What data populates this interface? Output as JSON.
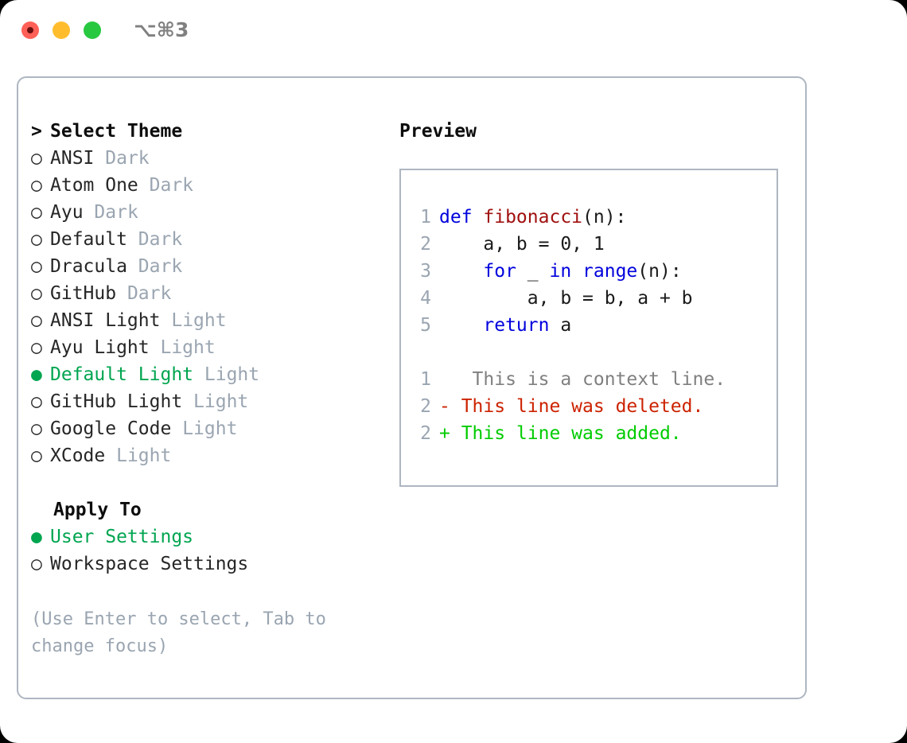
{
  "window": {
    "shortcut": "⌥⌘3",
    "traffic_lights": [
      {
        "name": "close",
        "color": "#ff6058"
      },
      {
        "name": "minimize",
        "color": "#ffbd2e"
      },
      {
        "name": "maximize",
        "color": "#28c840"
      }
    ]
  },
  "colors": {
    "selection_green": "#00a550",
    "tag_gray": "#9aa5b1",
    "border": "#aeb6c2",
    "keyword_blue": "#0000dd",
    "function_red": "#a01010",
    "diff_added": "#00cc00",
    "diff_deleted": "#cc2200",
    "diff_context": "#808080"
  },
  "theme_list": {
    "header": {
      "prefix": ">",
      "label": "Select Theme"
    },
    "bullet_selected": "●",
    "bullet_unselected": "○",
    "items": [
      {
        "bullet": "○",
        "label": "ANSI",
        "tag": "Dark",
        "selected": false
      },
      {
        "bullet": "○",
        "label": "Atom One",
        "tag": "Dark",
        "selected": false
      },
      {
        "bullet": "○",
        "label": "Ayu",
        "tag": "Dark",
        "selected": false
      },
      {
        "bullet": "○",
        "label": "Default",
        "tag": "Dark",
        "selected": false
      },
      {
        "bullet": "○",
        "label": "Dracula",
        "tag": "Dark",
        "selected": false
      },
      {
        "bullet": "○",
        "label": "GitHub",
        "tag": "Dark",
        "selected": false
      },
      {
        "bullet": "○",
        "label": "ANSI Light",
        "tag": "Light",
        "selected": false
      },
      {
        "bullet": "○",
        "label": "Ayu Light",
        "tag": "Light",
        "selected": false
      },
      {
        "bullet": "●",
        "label": "Default Light",
        "tag": "Light",
        "selected": true
      },
      {
        "bullet": "○",
        "label": "GitHub Light",
        "tag": "Light",
        "selected": false
      },
      {
        "bullet": "○",
        "label": "Google Code",
        "tag": "Light",
        "selected": false
      },
      {
        "bullet": "○",
        "label": "XCode",
        "tag": "Light",
        "selected": false
      }
    ]
  },
  "apply_to": {
    "header": "Apply To",
    "items": [
      {
        "bullet": "●",
        "label": "User Settings",
        "selected": true
      },
      {
        "bullet": "○",
        "label": "Workspace Settings",
        "selected": false
      }
    ]
  },
  "hint": "(Use Enter to select, Tab to change focus)",
  "preview": {
    "title": "Preview",
    "code_lines": [
      {
        "lineno": "1",
        "tokens": [
          {
            "text": "def ",
            "style": "kw"
          },
          {
            "text": "fibonacci",
            "style": "fn"
          },
          {
            "text": "(n):",
            "style": "plain"
          }
        ]
      },
      {
        "lineno": "2",
        "tokens": [
          {
            "text": "    a, b = 0, 1",
            "style": "plain"
          }
        ]
      },
      {
        "lineno": "3",
        "tokens": [
          {
            "text": "    ",
            "style": "plain"
          },
          {
            "text": "for",
            "style": "kw"
          },
          {
            "text": " _ ",
            "style": "plain"
          },
          {
            "text": "in",
            "style": "kw"
          },
          {
            "text": " ",
            "style": "plain"
          },
          {
            "text": "range",
            "style": "kw"
          },
          {
            "text": "(n):",
            "style": "plain"
          }
        ]
      },
      {
        "lineno": "4",
        "tokens": [
          {
            "text": "        a, b = b, a + b",
            "style": "plain"
          }
        ]
      },
      {
        "lineno": "5",
        "tokens": [
          {
            "text": "    ",
            "style": "plain"
          },
          {
            "text": "return",
            "style": "kw"
          },
          {
            "text": " a",
            "style": "plain"
          }
        ]
      }
    ],
    "diff_lines": [
      {
        "lineno": "1",
        "marker": " ",
        "text": "  This is a context line.",
        "kind": "context"
      },
      {
        "lineno": "2",
        "marker": "-",
        "text": " This line was deleted.",
        "kind": "deleted"
      },
      {
        "lineno": "2",
        "marker": "+",
        "text": " This line was added.",
        "kind": "added"
      }
    ]
  }
}
